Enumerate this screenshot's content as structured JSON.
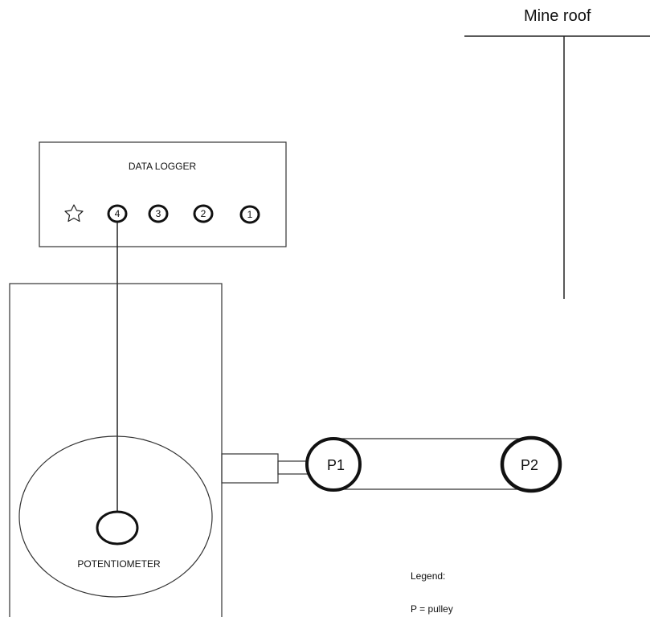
{
  "roof": {
    "label": "Mine roof"
  },
  "data_logger": {
    "title": "DATA LOGGER",
    "ports": [
      "4",
      "3",
      "2",
      "1"
    ]
  },
  "potentiometer": {
    "label": "POTENTIOMETER"
  },
  "pulleys": [
    {
      "label": "P1"
    },
    {
      "label": "P2"
    }
  ],
  "legend": {
    "title": "Legend:",
    "entries": [
      "P = pulley"
    ]
  },
  "icons": {
    "logger_symbol": "star-outline-icon"
  }
}
